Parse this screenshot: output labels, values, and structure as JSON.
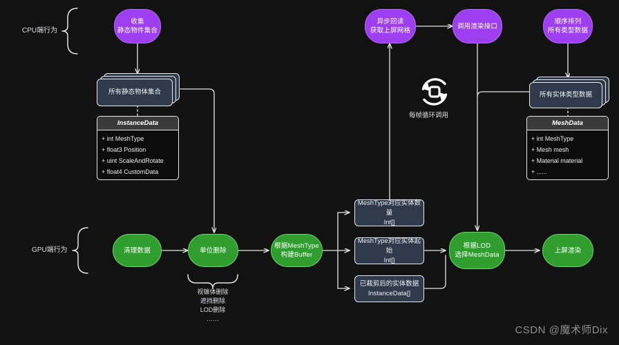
{
  "background_color": "#121212",
  "accents": {
    "purple": "#9d3ff0",
    "green": "#2f9e2f",
    "slate_box": "#2f3a4a",
    "line": "#e4e6ea",
    "text": "#dcdfe3"
  },
  "lane_labels": {
    "cpu": "CPU端行为",
    "gpu": "GPU端行为"
  },
  "nodes": {
    "collect": {
      "line1": "收集",
      "line2": "静态物件集合"
    },
    "async_readback": {
      "line1": "异步回读",
      "line2": "获取上屏网格"
    },
    "call_render_api": {
      "line1": "调用渲染接口",
      "line2": ""
    },
    "sort_all_types": {
      "line1": "顺序排列",
      "line2": "所有类型数据"
    },
    "clear_data": {
      "line1": "清理数据",
      "line2": ""
    },
    "unit_cull": {
      "line1": "单位删除",
      "line2": ""
    },
    "build_buffer": {
      "line1": "根据MeshType",
      "line2": "构建Buffer"
    },
    "select_meshdata": {
      "line1": "根据LOD",
      "line2": "选择MeshData"
    },
    "present": {
      "line1": "上屏渲染",
      "line2": ""
    }
  },
  "data_boxes": {
    "all_static_objects": {
      "line1": "所有静态物体集合",
      "line2": ""
    },
    "all_entity_types": {
      "line1": "所有实体类型数据",
      "line2": ""
    },
    "count_per_meshtype": {
      "line1": "MeshType对应实体数量",
      "line2": "Int[]"
    },
    "start_per_meshtype": {
      "line1": "MeshType对应实体起始",
      "line2": "Int[]"
    },
    "culled_instances": {
      "line1": "已裁剪后的实体数据",
      "line2": "InstanceData[]"
    }
  },
  "uml": {
    "instance_data": {
      "title": "InstanceData",
      "fields": [
        "+ int MeshType",
        "+ float3 Position",
        "+ uint ScaleAndRotate",
        "+ float4 CustomData"
      ]
    },
    "mesh_data": {
      "title": "MeshData",
      "fields": [
        "+ int MeshType",
        "+ Mesh mesh",
        "+ Material material",
        "+ ......"
      ]
    }
  },
  "annotations": {
    "loop_caption": "每帧循环调用",
    "cull_detail_lines": [
      "视锥体删除",
      "遮挡删除",
      "LOD删除",
      "……"
    ]
  },
  "watermark": "CSDN @魔术师Dix"
}
